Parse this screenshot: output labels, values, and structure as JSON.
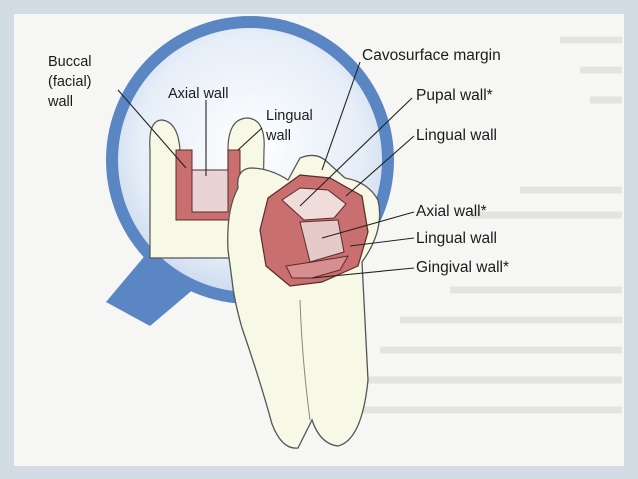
{
  "figure": {
    "labels": {
      "buccal_line1": "Buccal",
      "buccal_line2": "(facial)",
      "buccal_line3": "wall",
      "axial_wall_inset": "Axial wall",
      "lingual_inset_line1": "Lingual",
      "lingual_inset_line2": "wall",
      "cavosurface_margin": "Cavosurface margin",
      "pupal_wall": "Pupal wall*",
      "lingual_wall_upper": "Lingual wall",
      "axial_wall": "Axial wall*",
      "lingual_wall_lower": "Lingual wall",
      "gingival_wall": "Gingival wall*"
    },
    "colors": {
      "page_background": "#d4dce3",
      "panel_background": "#f6f7f4",
      "magnifier_ring": "#5a86c4",
      "magnifier_inner": "#dde7f4",
      "tooth": "#f7f8e6",
      "cavity_walls": "#c96f6f",
      "cavity_floor": "#e8cfcf"
    }
  }
}
